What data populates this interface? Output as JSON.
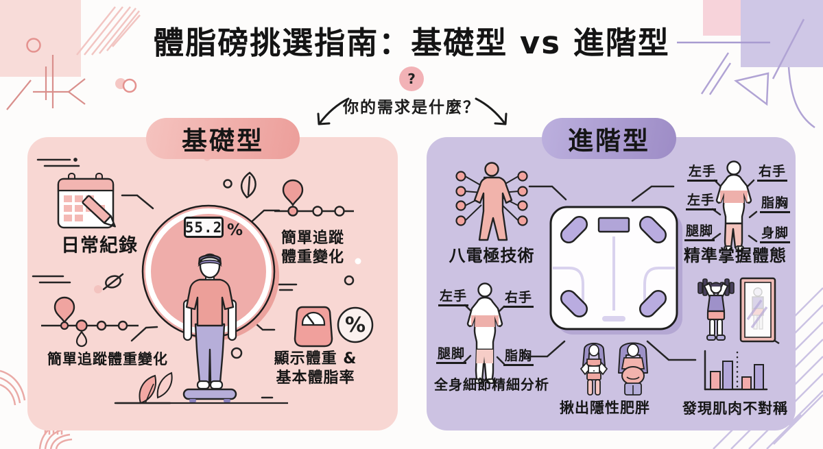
{
  "title": "體脂磅挑選指南：基礎型 vs 進階型",
  "question": {
    "mark": "?",
    "label": "你的需求是什麼？"
  },
  "basic": {
    "badge": "基礎型",
    "display": {
      "value": "55.2",
      "unit": "%"
    },
    "percent_symbol": "%",
    "features": {
      "daily_record": "日常紀錄",
      "track_two_line": "簡單追蹤\n體重變化",
      "track_inline": "簡單追蹤體重變化",
      "weight_fat": "顯示體重 &\n基本體脂率"
    }
  },
  "advanced": {
    "badge": "進階型",
    "features": {
      "eight_electrode": "八電極技術",
      "precise_posture": "精準掌握體態",
      "full_body": "全身細節精細分析",
      "hidden_obesity": "揪出隱性肥胖",
      "muscle_asymmetry": "發現肌肉不對稱"
    },
    "precise_labels": {
      "tl": "左手",
      "tr": "右手",
      "ml": "左手",
      "mr": "脂胸",
      "bl": "腿脚",
      "br": "身脚"
    },
    "analysis_labels": {
      "tl": "左手",
      "tr": "右手",
      "bl": "腿脚",
      "br": "脂胸"
    }
  },
  "colors": {
    "pink_panel": "#f8d7d3",
    "pink_accent": "#efa9a5",
    "purple_panel": "#ccc2e2",
    "purple_accent": "#b2a5d6",
    "ink": "#1c1c1c"
  }
}
